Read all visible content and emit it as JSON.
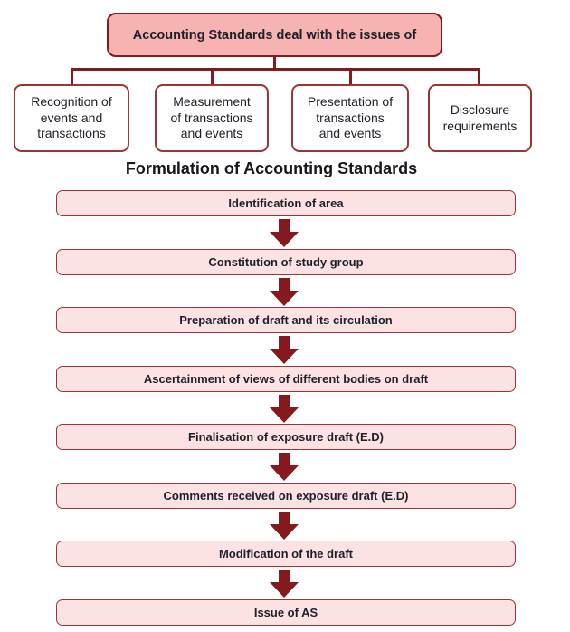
{
  "colors": {
    "maroon": "#841a1d",
    "top-fill": "#f7b2b2",
    "flow-fill": "#fce2e3",
    "border-red": "#9d3438",
    "ink": "#1e2029",
    "heading-ink": "#17181c"
  },
  "org_chart": {
    "root": {
      "label": "Accounting Standards deal with the issues of"
    },
    "children": [
      {
        "lines": [
          "Recognition of",
          "events and",
          "transactions"
        ]
      },
      {
        "lines": [
          "Measurement",
          "of transactions",
          "and events"
        ]
      },
      {
        "lines": [
          "Presentation of",
          "transactions",
          "and events"
        ]
      },
      {
        "lines": [
          "Disclosure",
          "requirements"
        ]
      }
    ]
  },
  "flow": {
    "heading": "Formulation of Accounting Standards",
    "steps": [
      {
        "label": "Identification of area"
      },
      {
        "label": "Constitution of study group"
      },
      {
        "label": "Preparation of draft and its circulation"
      },
      {
        "label": "Ascertainment of views of different bodies on draft"
      },
      {
        "label": "Finalisation of exposure draft (E.D)"
      },
      {
        "label": "Comments received on exposure draft (E.D)"
      },
      {
        "label": "Modification of the draft"
      },
      {
        "label": "Issue of AS"
      }
    ]
  }
}
